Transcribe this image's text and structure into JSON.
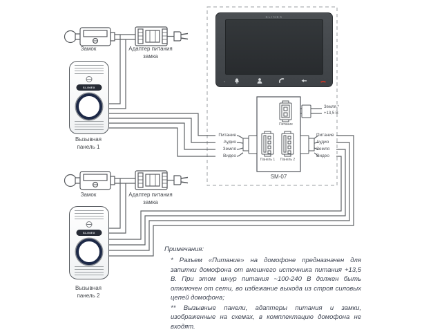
{
  "monitor": {
    "brand": "SLINEX"
  },
  "sm07_label": "SM-07",
  "top_group": {
    "lock_label": "Замок",
    "adapter_label1": "Адаптер питания",
    "adapter_label2": "замка",
    "panel_brand": "SLINEX",
    "panel_label1": "Вызывная",
    "panel_label2": "панель 1"
  },
  "bottom_group": {
    "lock_label": "Замок",
    "adapter_label1": "Адаптер питания",
    "adapter_label2": "замка",
    "panel_brand": "SLINEX",
    "panel_label1": "Вызывная",
    "panel_label2": "панель 2"
  },
  "terminal": {
    "power": "Питание",
    "panel1": "Панель 1",
    "panel2": "Панель 2",
    "ground": "Земля *",
    "voltage": "+13,5 В",
    "left": {
      "w1": "Питание",
      "w2": "Аудио",
      "w3": "Земля",
      "w4": "Видео"
    },
    "right": {
      "w1": "Питание",
      "w2": "Аудио",
      "w3": "Земля",
      "w4": "Видео"
    }
  },
  "notes": {
    "title": "Примечания:",
    "note1": "* Разъем «Питание» на домофоне предназначен для запитки домофона от внешнего источника питания +13,5 В. При этом шнур питания ~100-240 В должен быть отключен от сети, во избежание выхода из строя силовых цепей домофона;",
    "note2": "** Вызывные панели, адаптеры питания и замки, изображенные на схемах, в комплектацию домофона не входят."
  },
  "colors": {
    "wire": "#5d6165",
    "outline": "#50545a",
    "monitor_body": "#45494d",
    "monitor_screen": "#2e3236",
    "notes_text": "#3e4452",
    "accent_red": "#c0392b",
    "button_ring": "#1d2947"
  }
}
